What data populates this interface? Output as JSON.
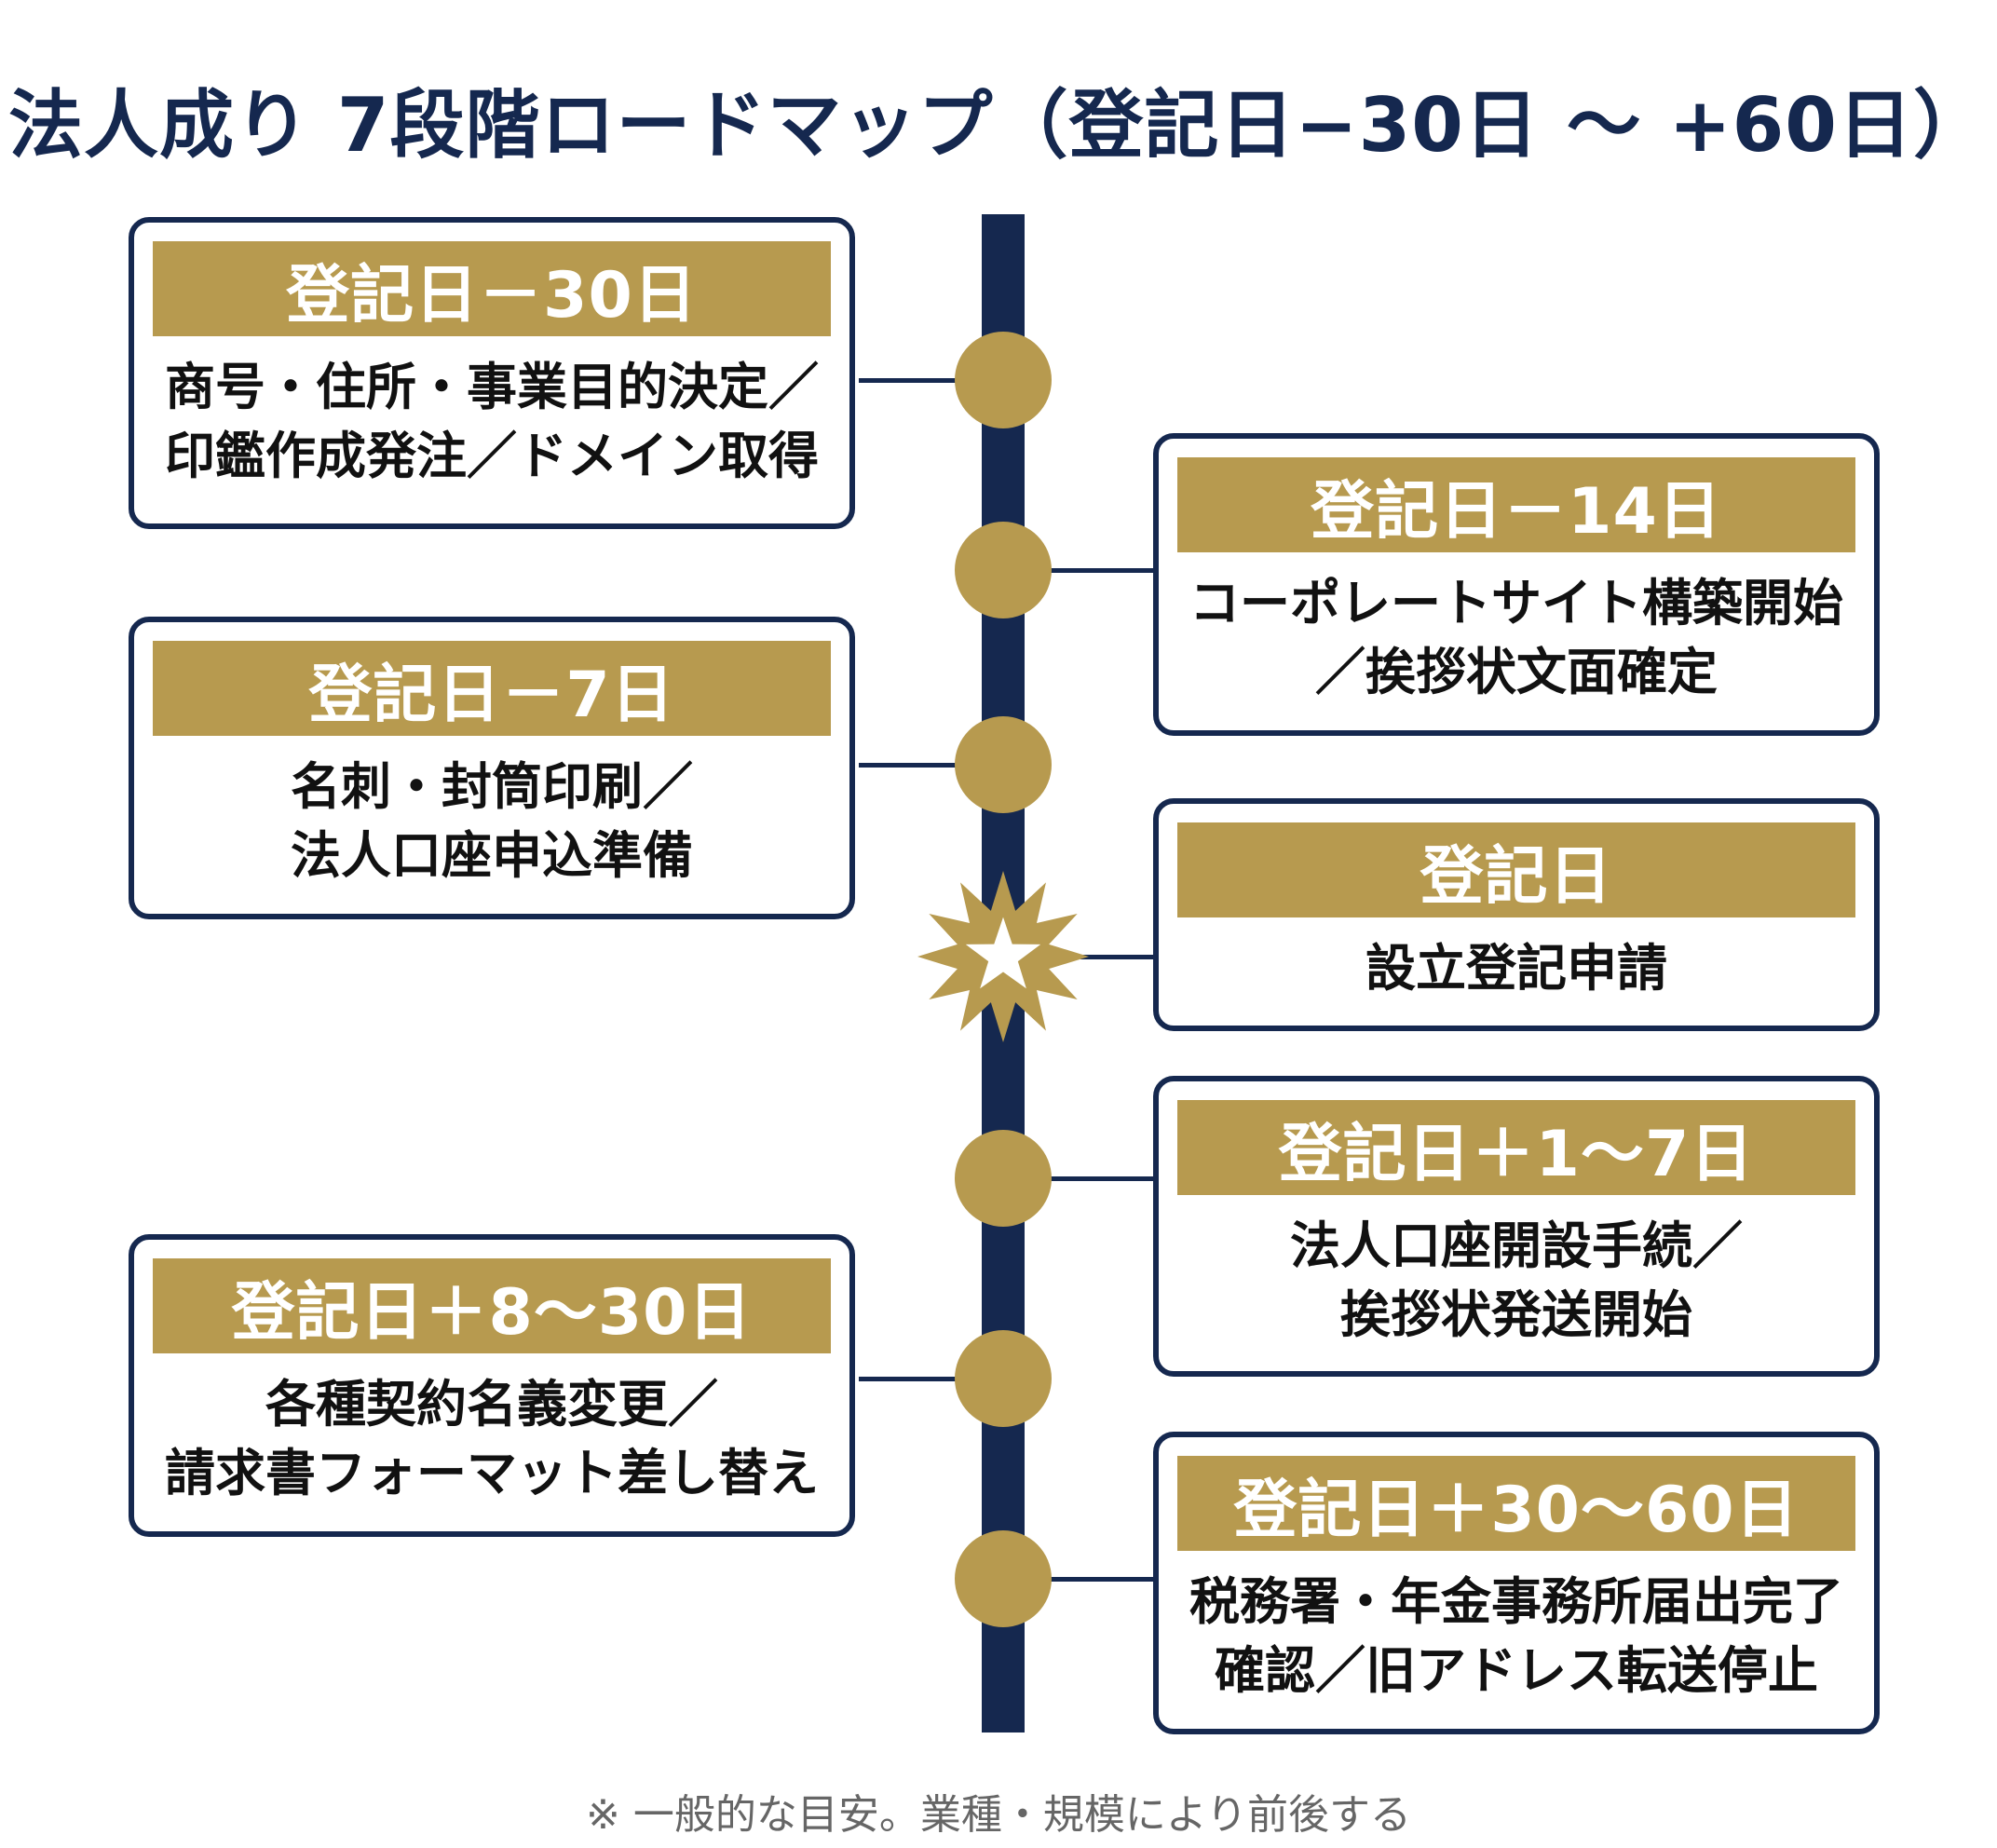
{
  "title": "法人成り 7段階ロードマップ（登記日−30日 〜 +60日）",
  "stages": [
    {
      "header": "登記日－30日",
      "lines": [
        "商号・住所・事業目的決定／",
        "印鑑作成発注／ドメイン取得"
      ],
      "marker": "dot-icon"
    },
    {
      "header": "登記日－14日",
      "lines": [
        "コーポレートサイト構築開始",
        "／挨拶状文面確定"
      ],
      "marker": "dot-icon"
    },
    {
      "header": "登記日－7日",
      "lines": [
        "名刺・封筒印刷／",
        "法人口座申込準備"
      ],
      "marker": "dot-icon"
    },
    {
      "header": "登記日",
      "lines": [
        "設立登記申請"
      ],
      "marker": "star-badge-icon"
    },
    {
      "header": "登記日＋1〜7日",
      "lines": [
        "法人口座開設手続／",
        "挨拶状発送開始"
      ],
      "marker": "dot-icon"
    },
    {
      "header": "登記日＋8〜30日",
      "lines": [
        "各種契約名義変更／",
        "請求書フォーマット差し替え"
      ],
      "marker": "dot-icon"
    },
    {
      "header": "登記日＋30〜60日",
      "lines": [
        "税務署・年金事務所届出完了",
        "確認／旧アドレス転送停止"
      ],
      "marker": "dot-icon"
    }
  ],
  "footnote": "※ 一般的な目安。業種・規模により前後する",
  "colors": {
    "navy": "#15284f",
    "gold": "#b79a4f",
    "text": "#111111",
    "note": "#666666"
  }
}
